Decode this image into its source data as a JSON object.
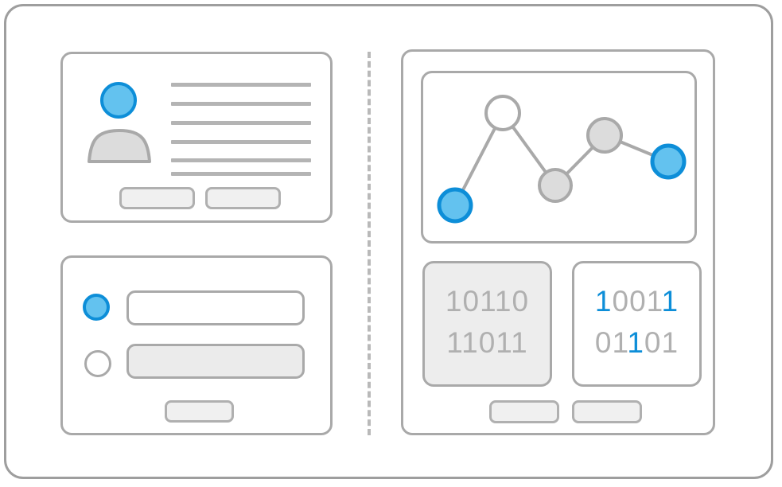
{
  "window": {
    "title": "identity-verification-illustration",
    "border_color": "#9e9e9e",
    "background": "#ffffff"
  },
  "theme": {
    "accent_blue": "#0d8ed8",
    "accent_blue_fill": "#63c2ef",
    "gray_stroke": "#a9a9a9",
    "gray_fill": "#dcdcdc",
    "light_fill": "#f0f0f0",
    "panel_fill": "#ededed",
    "text_gray": "#b0b0b0"
  },
  "left_column": {
    "profile_card": {
      "name": "profile-card",
      "avatar": {
        "head_icon": "person-head-icon",
        "body_icon": "person-body-icon",
        "head_fill": "#63c2ef",
        "head_stroke": "#0d8ed8",
        "body_fill": "#dcdcdc",
        "body_stroke": "#a9a9a9"
      },
      "text_lines_count": 6,
      "text_lines": [
        {
          "label": ""
        },
        {
          "label": ""
        },
        {
          "label": ""
        },
        {
          "label": ""
        },
        {
          "label": ""
        },
        {
          "label": ""
        }
      ],
      "buttons": [
        {
          "name": "profile-primary-button",
          "label": ""
        },
        {
          "name": "profile-secondary-button",
          "label": ""
        }
      ]
    },
    "options_card": {
      "name": "options-card",
      "options": [
        {
          "name": "option-row-1",
          "selected": true,
          "field_state": "active",
          "value": "",
          "placeholder": ""
        },
        {
          "name": "option-row-2",
          "selected": false,
          "field_state": "disabled",
          "value": "",
          "placeholder": ""
        }
      ],
      "buttons": [
        {
          "name": "options-submit-button",
          "label": ""
        }
      ]
    }
  },
  "divider": {
    "name": "vertical-dashed-divider",
    "style": "dashed",
    "color": "#b9b9b9"
  },
  "right_column": {
    "panel": {
      "name": "analysis-panel"
    },
    "chart_card": {
      "name": "chart-card"
    },
    "binary_panels": [
      {
        "name": "binary-panel-left",
        "background": "#ededed",
        "rows": [
          {
            "digits": [
              {
                "char": "1",
                "highlight": false
              },
              {
                "char": "0",
                "highlight": false
              },
              {
                "char": "1",
                "highlight": false
              },
              {
                "char": "1",
                "highlight": false
              },
              {
                "char": "0",
                "highlight": false
              }
            ]
          },
          {
            "digits": [
              {
                "char": "1",
                "highlight": false
              },
              {
                "char": "1",
                "highlight": false
              },
              {
                "char": "0",
                "highlight": false
              },
              {
                "char": "1",
                "highlight": false
              },
              {
                "char": "1",
                "highlight": false
              }
            ]
          }
        ]
      },
      {
        "name": "binary-panel-right",
        "background": "#ffffff",
        "rows": [
          {
            "digits": [
              {
                "char": "1",
                "highlight": true
              },
              {
                "char": "0",
                "highlight": false
              },
              {
                "char": "0",
                "highlight": false
              },
              {
                "char": "1",
                "highlight": false
              },
              {
                "char": "1",
                "highlight": true
              }
            ]
          },
          {
            "digits": [
              {
                "char": "0",
                "highlight": false
              },
              {
                "char": "1",
                "highlight": false
              },
              {
                "char": "1",
                "highlight": true
              },
              {
                "char": "0",
                "highlight": false
              },
              {
                "char": "1",
                "highlight": false
              }
            ]
          }
        ]
      }
    ],
    "buttons": [
      {
        "name": "analysis-primary-button",
        "label": ""
      },
      {
        "name": "analysis-secondary-button",
        "label": ""
      }
    ]
  },
  "chart_data": {
    "type": "line",
    "title": "",
    "xlabel": "",
    "ylabel": "",
    "x": [
      1,
      2,
      3,
      4,
      5
    ],
    "values": [
      18,
      86,
      37,
      64,
      48
    ],
    "ylim": [
      0,
      100
    ],
    "xlim": [
      0,
      6
    ],
    "grid": false,
    "legend": "none",
    "line_color": "#a9a9a9",
    "points": [
      {
        "x": 1,
        "y": 18,
        "style": "accent",
        "fill": "#63c2ef",
        "stroke": "#0d8ed8"
      },
      {
        "x": 2,
        "y": 86,
        "style": "hollow",
        "fill": "#ffffff",
        "stroke": "#a9a9a9"
      },
      {
        "x": 3,
        "y": 37,
        "style": "neutral",
        "fill": "#dcdcdc",
        "stroke": "#a9a9a9"
      },
      {
        "x": 4,
        "y": 64,
        "style": "neutral",
        "fill": "#dcdcdc",
        "stroke": "#a9a9a9"
      },
      {
        "x": 5,
        "y": 48,
        "style": "accent",
        "fill": "#63c2ef",
        "stroke": "#0d8ed8"
      }
    ]
  }
}
